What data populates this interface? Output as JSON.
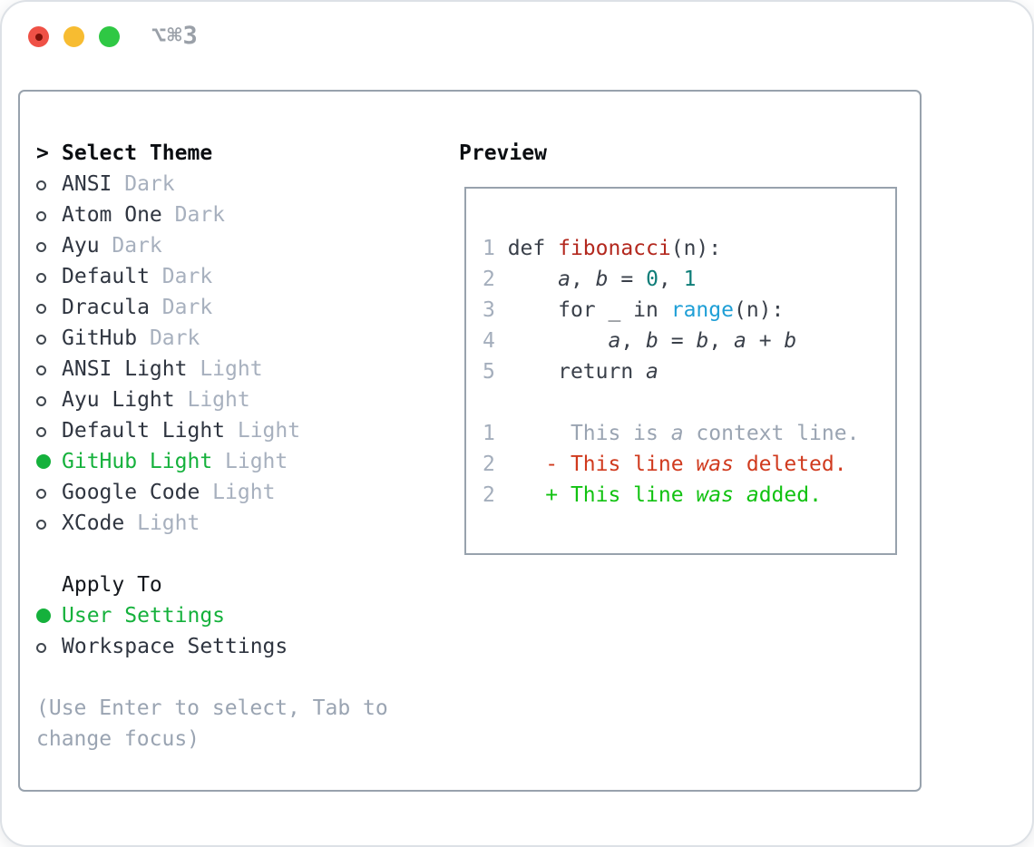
{
  "window": {
    "title": "⌥⌘3",
    "traffic_lights": [
      "close",
      "minimize",
      "zoom"
    ]
  },
  "theme_panel": {
    "header_prefix": ">",
    "header": "Select Theme",
    "themes": [
      {
        "name": "ANSI",
        "variant": "Dark",
        "selected": false
      },
      {
        "name": "Atom One",
        "variant": "Dark",
        "selected": false
      },
      {
        "name": "Ayu",
        "variant": "Dark",
        "selected": false
      },
      {
        "name": "Default",
        "variant": "Dark",
        "selected": false
      },
      {
        "name": "Dracula",
        "variant": "Dark",
        "selected": false
      },
      {
        "name": "GitHub",
        "variant": "Dark",
        "selected": false
      },
      {
        "name": "ANSI Light",
        "variant": "Light",
        "selected": false
      },
      {
        "name": "Ayu Light",
        "variant": "Light",
        "selected": false
      },
      {
        "name": "Default Light",
        "variant": "Light",
        "selected": false
      },
      {
        "name": "GitHub Light",
        "variant": "Light",
        "selected": true
      },
      {
        "name": "Google Code",
        "variant": "Light",
        "selected": false
      },
      {
        "name": "XCode",
        "variant": "Light",
        "selected": false
      }
    ],
    "apply_to": {
      "header": "Apply To",
      "options": [
        {
          "name": "User Settings",
          "selected": true
        },
        {
          "name": "Workspace Settings",
          "selected": false
        }
      ]
    },
    "hint": "(Use Enter to select, Tab to change focus)"
  },
  "preview_panel": {
    "header": "Preview",
    "lines": [
      {
        "num": "1",
        "tokens": [
          {
            "text": "def ",
            "style": "default"
          },
          {
            "text": "fibonacci",
            "style": "function"
          },
          {
            "text": "(n):",
            "style": "default"
          }
        ]
      },
      {
        "num": "2",
        "tokens": [
          {
            "text": "    ",
            "style": "default"
          },
          {
            "text": "a",
            "style": "default",
            "italic": true
          },
          {
            "text": ", ",
            "style": "default"
          },
          {
            "text": "b",
            "style": "default",
            "italic": true
          },
          {
            "text": " = ",
            "style": "default"
          },
          {
            "text": "0",
            "style": "number"
          },
          {
            "text": ", ",
            "style": "default"
          },
          {
            "text": "1",
            "style": "number"
          }
        ]
      },
      {
        "num": "3",
        "tokens": [
          {
            "text": "    for _ in ",
            "style": "default"
          },
          {
            "text": "range",
            "style": "builtin"
          },
          {
            "text": "(n):",
            "style": "default"
          }
        ]
      },
      {
        "num": "4",
        "tokens": [
          {
            "text": "        ",
            "style": "default"
          },
          {
            "text": "a",
            "style": "default",
            "italic": true
          },
          {
            "text": ", ",
            "style": "default"
          },
          {
            "text": "b",
            "style": "default",
            "italic": true
          },
          {
            "text": " = ",
            "style": "default"
          },
          {
            "text": "b",
            "style": "default",
            "italic": true
          },
          {
            "text": ", ",
            "style": "default"
          },
          {
            "text": "a",
            "style": "default",
            "italic": true
          },
          {
            "text": " + ",
            "style": "default"
          },
          {
            "text": "b",
            "style": "default",
            "italic": true
          }
        ]
      },
      {
        "num": "5",
        "tokens": [
          {
            "text": "    return ",
            "style": "default"
          },
          {
            "text": "a",
            "style": "default",
            "italic": true
          }
        ]
      },
      {
        "num": "",
        "tokens": []
      },
      {
        "num": "1",
        "tokens": [
          {
            "text": "     This is ",
            "style": "context"
          },
          {
            "text": "a",
            "style": "context",
            "italic": true
          },
          {
            "text": " context line.",
            "style": "context"
          }
        ]
      },
      {
        "num": "2",
        "tokens": [
          {
            "text": "   - This line ",
            "style": "deleted"
          },
          {
            "text": "was",
            "style": "deleted",
            "italic": true
          },
          {
            "text": " deleted.",
            "style": "deleted"
          }
        ]
      },
      {
        "num": "2",
        "tokens": [
          {
            "text": "   + This line ",
            "style": "added"
          },
          {
            "text": "was",
            "style": "added",
            "italic": true
          },
          {
            "text": " ",
            "style": "added"
          },
          {
            "text": "a",
            "style": "added",
            "italic": true
          },
          {
            "text": "dded.",
            "style": "added"
          }
        ]
      }
    ]
  },
  "colors": {
    "selection_green": "#15b13c",
    "added_green": "#11c211",
    "deleted_red": "#d03a1e",
    "function_red": "#b3281e",
    "builtin_blue": "#1f9fd6",
    "number_teal": "#0e7d78",
    "code_text": "#3a404a",
    "theme_text": "#2f3540",
    "muted_text": "#a7b0be",
    "hint_text": "#9aa4b2",
    "line_number": "#a4aebc",
    "heading_text": "#0b0e12",
    "panel_border": "#98a2ad",
    "radio_border": "#40474f",
    "traffic_red": "#ef5146",
    "traffic_yellow": "#f7bc31",
    "traffic_green": "#2fc844",
    "title_text": "#9aa0a8"
  }
}
